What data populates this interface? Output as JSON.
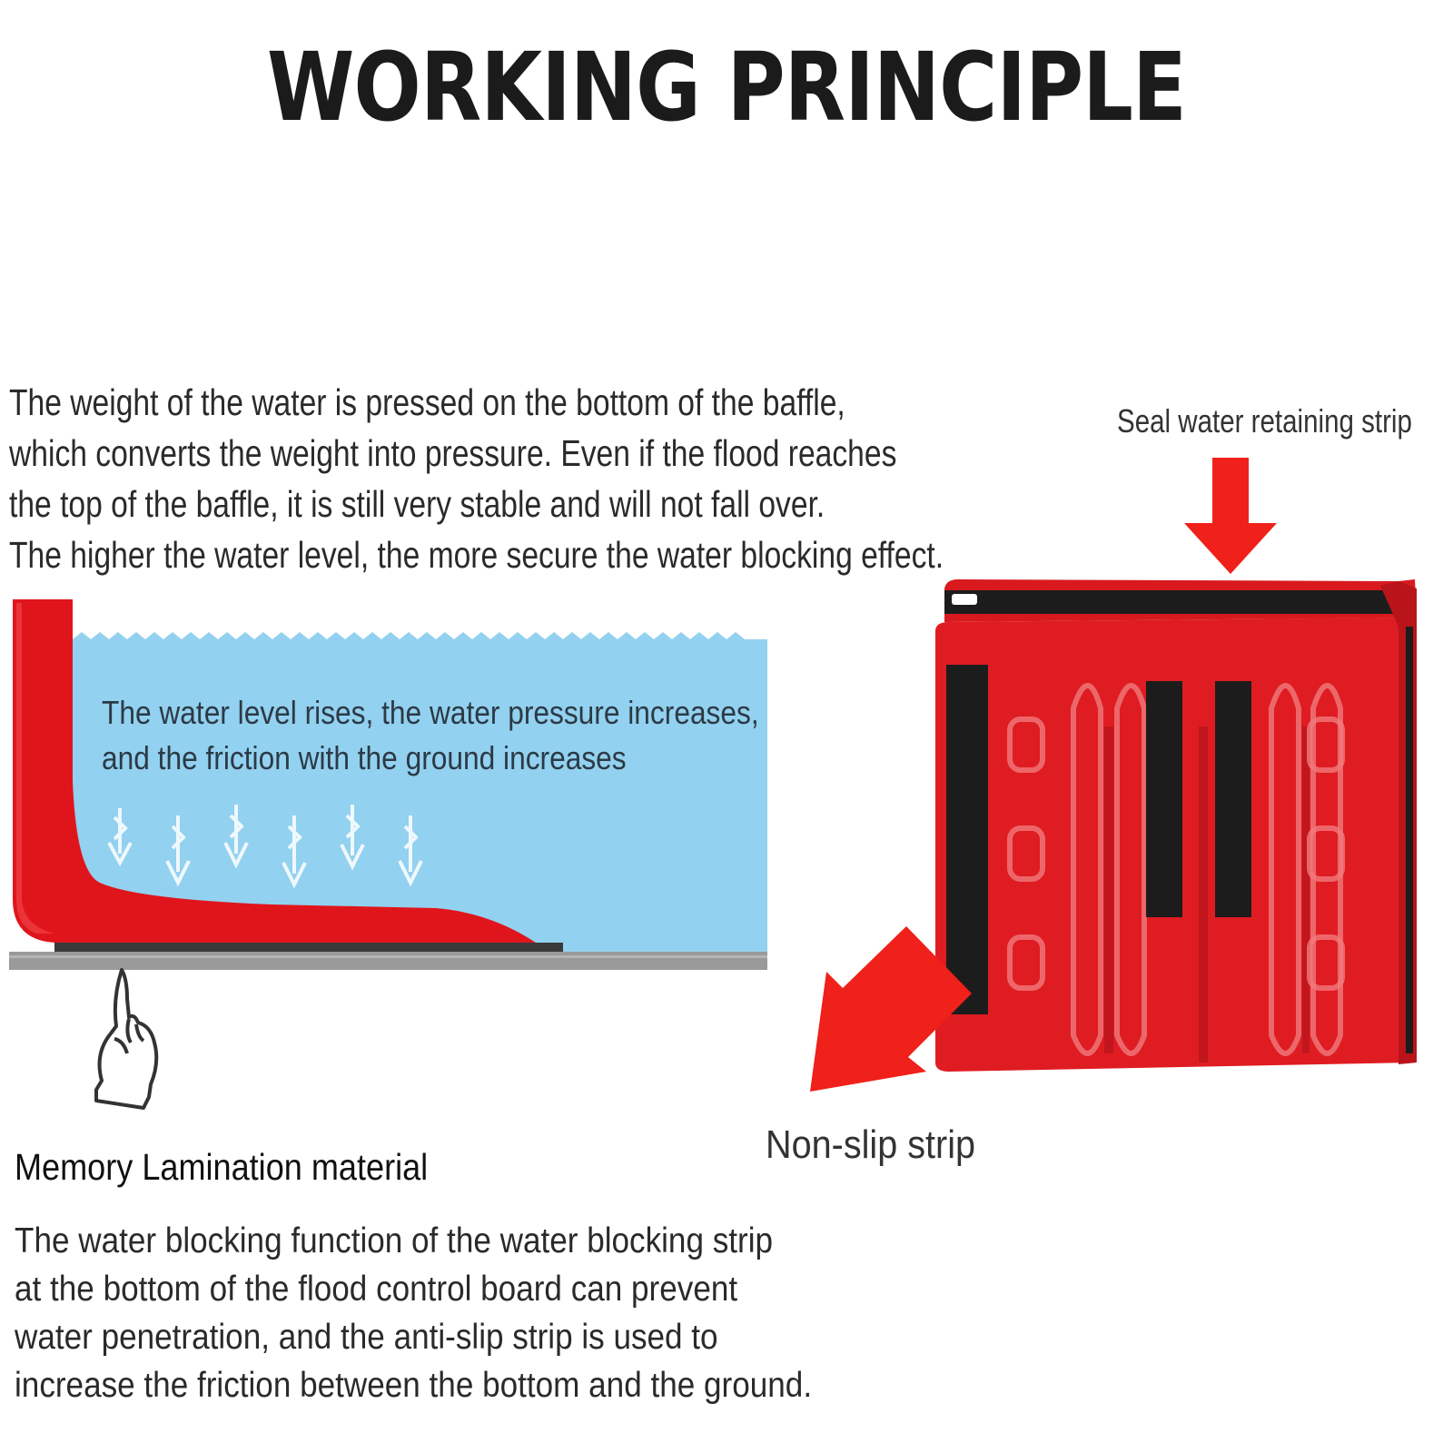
{
  "title": "WORKING PRINCIPLE",
  "intro_lines": [
    "The weight of the water is pressed on the bottom of the baffle,",
    "which converts the weight into pressure. Even if the flood reaches",
    "the top of the baffle, it is still very stable and will not fall over.",
    "The higher the water level, the more secure the water blocking effect."
  ],
  "water_caption_lines": [
    "The water level rises, the water pressure increases,",
    "and the friction with the ground increases"
  ],
  "labels": {
    "seal_strip": "Seal water retaining strip",
    "non_slip_strip": "Non-slip strip"
  },
  "material": {
    "heading": "Memory Lamination material",
    "body_lines": [
      "The water blocking function of the water blocking strip",
      "at the bottom of the flood control board can prevent",
      "water penetration, and the anti-slip strip is used to",
      "increase the friction between the bottom and the ground."
    ]
  },
  "colors": {
    "baffle_red": "#e0151c",
    "water_blue": "#92d1ef",
    "strip_black": "#1c1c1c",
    "arrow_red": "#f0201a",
    "ground_gray": "#9a9a9a"
  },
  "icons": [
    "down-arrow-icon",
    "pointing-hand-icon"
  ]
}
